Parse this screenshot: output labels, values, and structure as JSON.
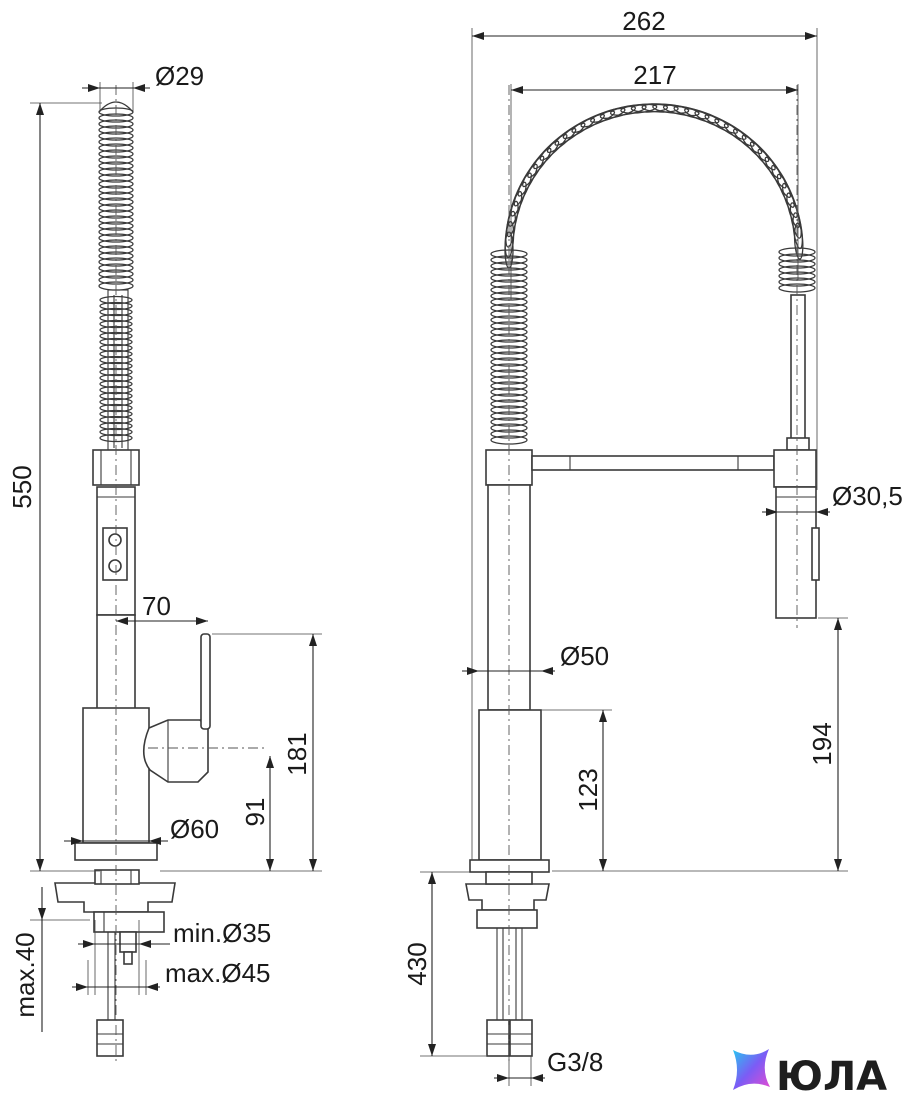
{
  "dimensions": {
    "side_top_diameter": "Ø29",
    "total_height": "550",
    "spout_reach": "70",
    "handle_height": "181",
    "lever_height": "91",
    "base_diameter": "Ø60",
    "min_hole": "min.Ø35",
    "max_hole": "max.Ø45",
    "max_deck": "max.40",
    "front_width": "262",
    "coil_width": "217",
    "spray_diameter": "Ø30,5",
    "body_diameter": "Ø50",
    "spray_height": "194",
    "body_height": "123",
    "hose_length": "430",
    "connection_thread": "G3/8"
  },
  "logo": {
    "text": "ЮЛА",
    "colors": [
      "#27c6f0",
      "#7b5cf5",
      "#e64bd1"
    ]
  }
}
